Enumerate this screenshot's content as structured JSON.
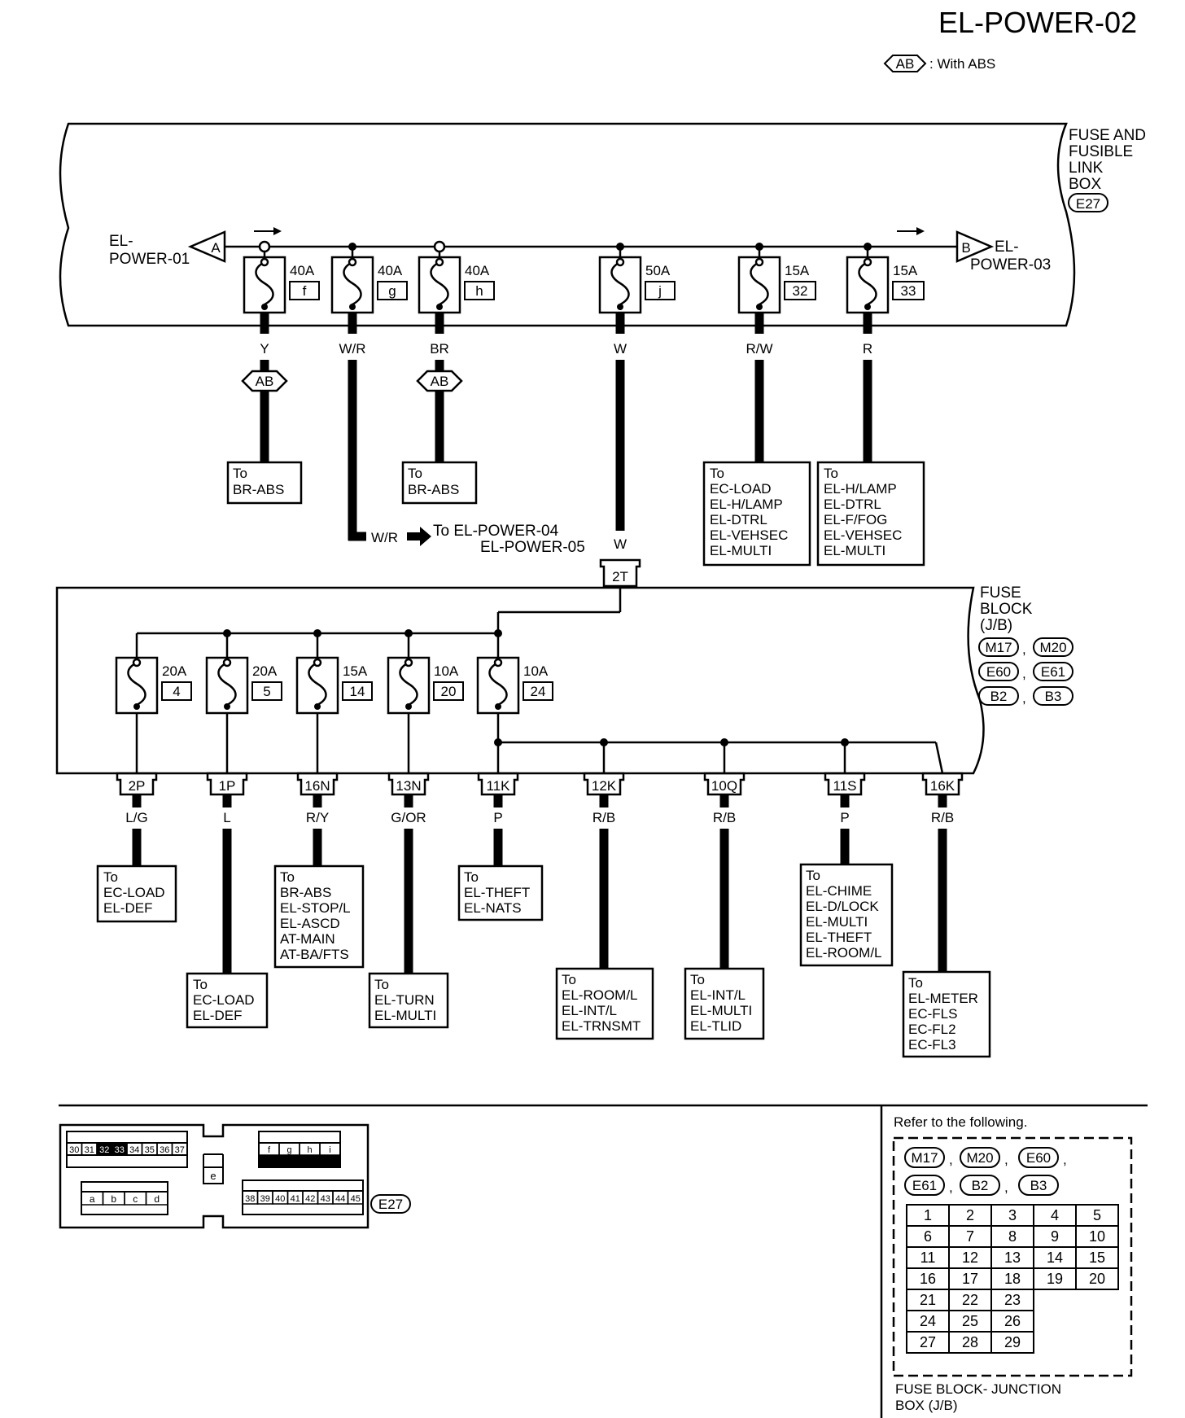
{
  "title": "EL-POWER-02",
  "legend": {
    "code": "AB",
    "text": ": With ABS"
  },
  "fusible_box": {
    "label": [
      "FUSE AND",
      "FUSIBLE",
      "LINK",
      "BOX"
    ],
    "connector": "E27",
    "left_ref": {
      "letter": "A",
      "label": [
        "EL-",
        "POWER-01"
      ]
    },
    "right_ref": {
      "letter": "B",
      "label": [
        "EL-",
        "POWER-03"
      ]
    },
    "fuses": [
      {
        "rating": "40A",
        "id": "f",
        "wire": "Y",
        "option": "AB",
        "dest": [
          "To",
          "BR-ABS"
        ]
      },
      {
        "rating": "40A",
        "id": "g",
        "wire": "W/R",
        "dest": []
      },
      {
        "rating": "40A",
        "id": "h",
        "wire": "BR",
        "option": "AB",
        "dest": [
          "To",
          "BR-ABS"
        ]
      },
      {
        "rating": "50A",
        "id": "j",
        "wire": "W",
        "dest": []
      },
      {
        "rating": "15A",
        "id": "32",
        "wire": "R/W",
        "dest": [
          "To",
          "EC-LOAD",
          "EL-H/LAMP",
          "EL-DTRL",
          "EL-VEHSEC",
          "EL-MULTI"
        ]
      },
      {
        "rating": "15A",
        "id": "33",
        "wire": "R",
        "dest": [
          "To",
          "EL-H/LAMP",
          "EL-DTRL",
          "EL-F/FOG",
          "EL-VEHSEC",
          "EL-MULTI"
        ]
      }
    ],
    "wr_branch": {
      "wire": "W/R",
      "to": "To EL-POWER-04",
      "to2": "EL-POWER-05"
    },
    "feed": {
      "wire": "W",
      "connector": "2T"
    }
  },
  "fuse_block": {
    "label": [
      "FUSE",
      "BLOCK",
      "(J/B)"
    ],
    "connectors": [
      "M17",
      "M20",
      "E60",
      "E61",
      "B2",
      "B3"
    ],
    "fuses": [
      {
        "rating": "20A",
        "id": "4"
      },
      {
        "rating": "20A",
        "id": "5"
      },
      {
        "rating": "15A",
        "id": "14"
      },
      {
        "rating": "10A",
        "id": "20"
      },
      {
        "rating": "10A",
        "id": "24"
      }
    ],
    "outputs": [
      {
        "conn": "2P",
        "wire": "L/G",
        "dest": [
          "To",
          "EC-LOAD",
          "EL-DEF"
        ]
      },
      {
        "conn": "1P",
        "wire": "L",
        "dest": [
          "To",
          "EC-LOAD",
          "EL-DEF"
        ]
      },
      {
        "conn": "16N",
        "wire": "R/Y",
        "dest": [
          "To",
          "BR-ABS",
          "EL-STOP/L",
          "EL-ASCD",
          "AT-MAIN",
          "AT-BA/FTS"
        ]
      },
      {
        "conn": "13N",
        "wire": "G/OR",
        "dest": [
          "To",
          "EL-TURN",
          "EL-MULTI"
        ]
      },
      {
        "conn": "11K",
        "wire": "P",
        "dest": [
          "To",
          "EL-THEFT",
          "EL-NATS"
        ]
      },
      {
        "conn": "12K",
        "wire": "R/B",
        "dest": [
          "To",
          "EL-ROOM/L",
          "EL-INT/L",
          "EL-TRNSMT"
        ]
      },
      {
        "conn": "10Q",
        "wire": "R/B",
        "dest": [
          "To",
          "EL-INT/L",
          "EL-MULTI",
          "EL-TLID"
        ]
      },
      {
        "conn": "11S",
        "wire": "P",
        "dest": [
          "To",
          "EL-CHIME",
          "EL-D/LOCK",
          "EL-MULTI",
          "EL-THEFT",
          "EL-ROOM/L"
        ]
      },
      {
        "conn": "16K",
        "wire": "R/B",
        "dest": [
          "To",
          "EL-METER",
          "EC-FLS",
          "EC-FL2",
          "EC-FL3"
        ]
      }
    ]
  },
  "connector_e27": {
    "id": "E27",
    "row1": [
      "30",
      "31",
      "32",
      "33",
      "34",
      "35",
      "36",
      "37"
    ],
    "row_mid": [
      "e"
    ],
    "row_letters_left": [
      "a",
      "b",
      "c",
      "d"
    ],
    "row_fusible": [
      "f",
      "g",
      "h",
      "i"
    ],
    "row_bottom_right": [
      "38",
      "39",
      "40",
      "41",
      "42",
      "43",
      "44",
      "45"
    ]
  },
  "refer": {
    "title": "Refer to the following.",
    "connectors": [
      "M17",
      "M20",
      "E60",
      "E61",
      "B2",
      "B3"
    ],
    "grid": [
      [
        "1",
        "2",
        "3",
        "4",
        "5"
      ],
      [
        "6",
        "7",
        "8",
        "9",
        "10"
      ],
      [
        "11",
        "12",
        "13",
        "14",
        "15"
      ],
      [
        "16",
        "17",
        "18",
        "19",
        "20"
      ],
      [
        "21",
        "22",
        "23"
      ],
      [
        "24",
        "25",
        "26"
      ],
      [
        "27",
        "28",
        "29"
      ]
    ],
    "footer": [
      "FUSE BLOCK- JUNCTION",
      "BOX (J/B)"
    ]
  }
}
